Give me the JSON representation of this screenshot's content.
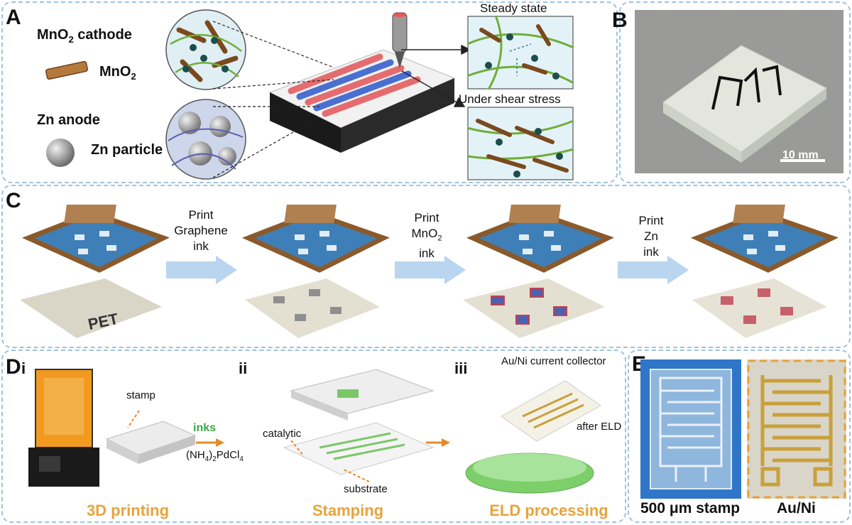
{
  "panels": {
    "a": "A",
    "b": "B",
    "c": "C",
    "d": "D",
    "e": "E"
  },
  "panel_a": {
    "cathode_title": "MnO",
    "cathode_title_sub": "2",
    "cathode_title_rest": " cathode",
    "mno2_legend": "MnO",
    "mno2_legend_sub": "2",
    "anode_title": "Zn anode",
    "zn_particle": "Zn particle",
    "steady_state": "Steady state",
    "shear_stress": "Under shear stress"
  },
  "panel_b": {
    "scale_bar": "10 mm"
  },
  "panel_c": {
    "step1_line1": "Print",
    "step1_line2": "Graphene",
    "step1_line3": "ink",
    "step2_line1": "Print",
    "step2_line2": "MnO",
    "step2_line2_sub": "2",
    "step2_line3": "ink",
    "step3_line1": "Print",
    "step3_line2": "Zn",
    "step3_line3": "ink",
    "substrate": "PET"
  },
  "panel_d": {
    "sub_i": "i",
    "sub_ii": "ii",
    "sub_iii": "iii",
    "stamp": "stamp",
    "inks": "inks",
    "precursor_a": "(NH",
    "precursor_sub4": "4",
    "precursor_b": ")",
    "precursor_sub2": "2",
    "precursor_c": "PdCl",
    "precursor_sub4b": "4",
    "catalytic": "catalytic",
    "substrate": "substrate",
    "collector": "Au/Ni current collector",
    "after_eld": "after ELD",
    "caption_1": "3D printing",
    "caption_2": "Stamping",
    "caption_3": "ELD processing"
  },
  "panel_e": {
    "stamp_label": "500 μm stamp",
    "auni_label": "Au/Ni"
  },
  "colors": {
    "panel_border": "#9ec3e0",
    "caption_orange": "#e8a33c",
    "cathode_red": "#e56b6f",
    "anode_blue": "#4a6fd1",
    "screen_blue": "#3f7fb8",
    "frame_wood": "#8b5a2b",
    "gold": "#c9a03a",
    "dish_green": "#7ccf6a",
    "arrow_blue": "#b9d5ef"
  }
}
